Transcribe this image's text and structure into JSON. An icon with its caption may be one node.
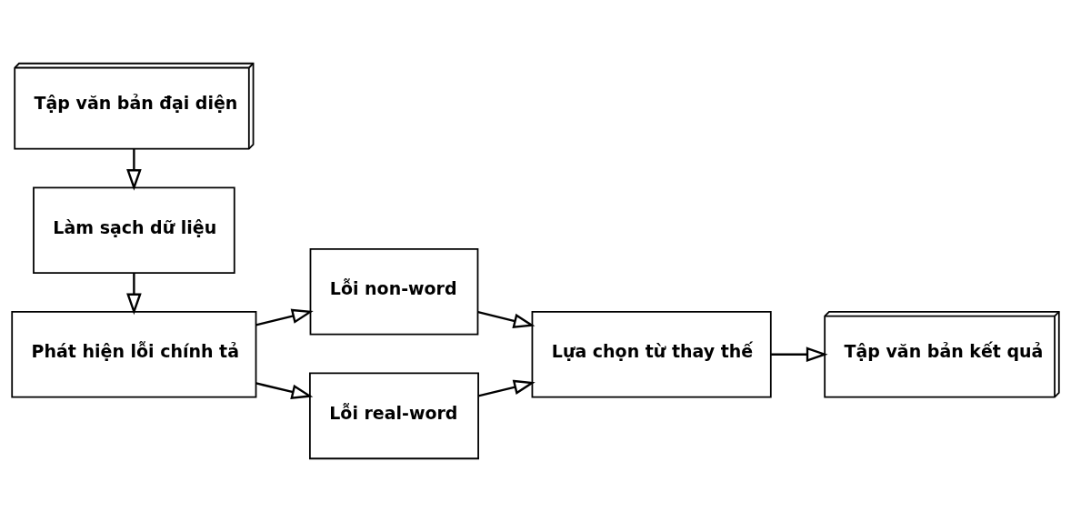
{
  "diagram": {
    "nodes": [
      {
        "text": [
          "Tập văn bản đại diện"
        ]
      },
      {
        "text": [
          "Làm sạch dữ liệu"
        ]
      },
      {
        "text": [
          "Phát hiện lỗi chính tả"
        ]
      },
      {
        "text": [
          "Lỗi non-word"
        ]
      },
      {
        "text": [
          "Lỗi real-word"
        ]
      },
      {
        "text": [
          "Lựa chọn từ thay thế"
        ]
      },
      {
        "text": [
          "Tập văn bản kết quả"
        ]
      }
    ],
    "edges": [
      {
        "from": 0,
        "to": 1,
        "arrow": "to"
      },
      {
        "from": 1,
        "to": 2,
        "arrow": "to"
      },
      {
        "from": 2,
        "to": 3,
        "arrow": "to"
      },
      {
        "from": 2,
        "to": 4,
        "arrow": "to"
      },
      {
        "from": 3,
        "to": 5,
        "arrow": "to"
      },
      {
        "from": 4,
        "to": 5,
        "arrow": "to"
      },
      {
        "from": 5,
        "to": 6,
        "arrow": "to"
      }
    ]
  }
}
